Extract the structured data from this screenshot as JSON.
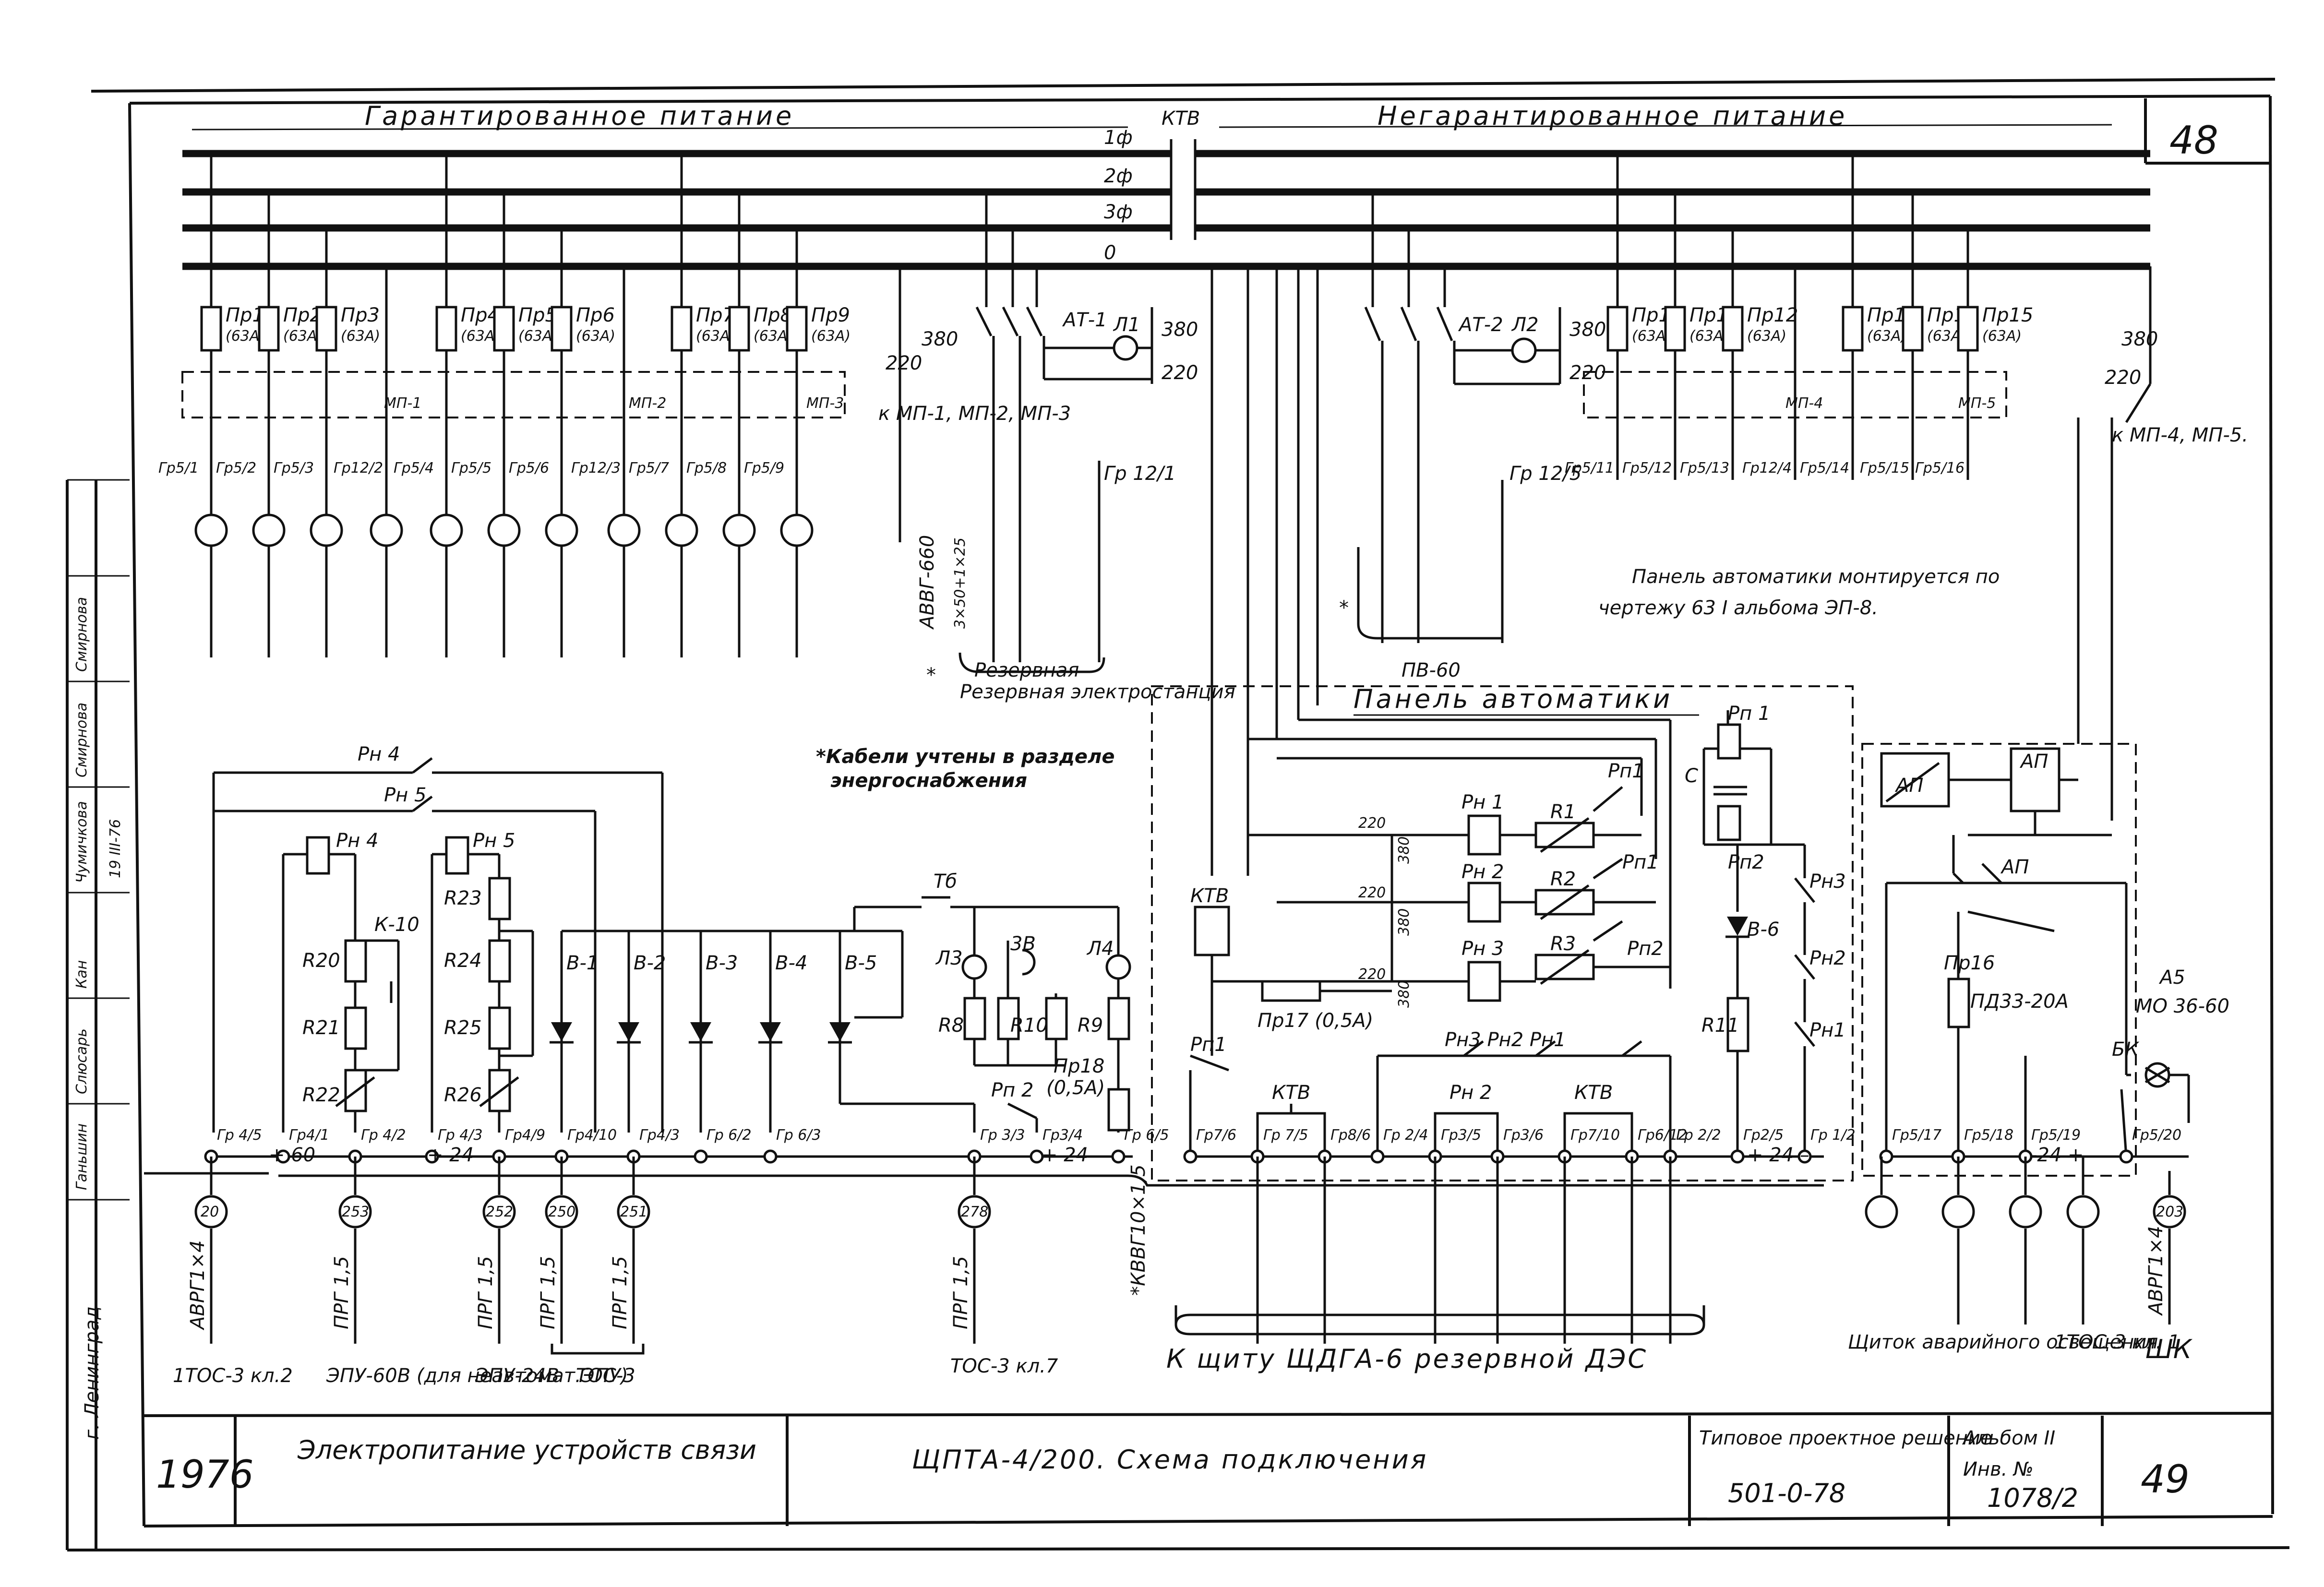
{
  "sheet": {
    "page_number": "48",
    "ktv_label": "КТВ",
    "guaranteed_label": "Гарантированное питание",
    "unguaranteed_label": "Негарантированное питание"
  },
  "buses": [
    "1ф",
    "2ф",
    "3ф",
    "0"
  ],
  "fuses_left": [
    {
      "name": "Пр1",
      "rating": "(63А)"
    },
    {
      "name": "Пр2",
      "rating": "(63А)"
    },
    {
      "name": "Пр3",
      "rating": "(63А)"
    },
    {
      "name": "Пр4",
      "rating": "(63А)"
    },
    {
      "name": "Пр5",
      "rating": "(63А)"
    },
    {
      "name": "Пр6",
      "rating": "(63А)"
    },
    {
      "name": "Пр7",
      "rating": "(63А)"
    },
    {
      "name": "Пр8",
      "rating": "(63А)"
    },
    {
      "name": "Пр9",
      "rating": "(63А)"
    }
  ],
  "fuses_right": [
    {
      "name": "Пр10",
      "rating": "(63А)"
    },
    {
      "name": "Пр11",
      "rating": "(63А)"
    },
    {
      "name": "Пр12",
      "rating": "(63А)"
    },
    {
      "name": "Пр13",
      "rating": "(63А)"
    },
    {
      "name": "Пр14",
      "rating": "(63А)"
    },
    {
      "name": "Пр15",
      "rating": "(63А)"
    }
  ],
  "mp_labels": [
    "МП-1",
    "МП-2",
    "МП-3",
    "МП-4",
    "МП-5"
  ],
  "terminals_left": [
    "Гр5/1",
    "Гр5/2",
    "Гр5/3",
    "Гр12/2",
    "Гр5/4",
    "Гр5/5",
    "Гр5/6",
    "Гр12/3",
    "Гр5/7",
    "Гр5/8",
    "Гр5/9"
  ],
  "terminals_right": [
    "Гр5/11",
    "Гр5/12",
    "Гр5/13",
    "Гр12/4",
    "Гр5/14",
    "Гр5/15",
    "Гр5/16"
  ],
  "upper_misc": {
    "v380": "380",
    "v220": "220",
    "at1": "АТ-1",
    "at2": "АТ-2",
    "l1": "Л1",
    "l2": "Л2",
    "kmp_note": "к МП-1, МП-2, МП-3",
    "kmp45_note": "к МП-4, МП-5.",
    "gr12_1": "Гр 12/1",
    "gr12_5": "Гр 12/5",
    "cable_avvg": "АВВГ-660",
    "cable_avvg_size": "3×50+1×25",
    "reserve_station": "Резервная электростанция",
    "pv60": "ПВ-60",
    "star": "*",
    "panel_note_1": "Панель автоматики монтируется по",
    "panel_note_2": "чертежу 63 I альбома ЭП-8.",
    "cables_note_1": "*Кабели учтены в разделе",
    "cables_note_2": "энергоснабжения"
  },
  "lower_left": {
    "rn4": "Рн 4",
    "rn5": "Рн 5",
    "resistors": [
      "R20",
      "R21",
      "R22",
      "R23",
      "R24",
      "R25",
      "R26"
    ],
    "k10": "К-10",
    "diodes": [
      "В-1",
      "В-2",
      "В-3",
      "В-4",
      "В-5"
    ],
    "tb": "Тб",
    "l3": "Л3",
    "l4": "Л4",
    "zv": "3В",
    "r8": "R8",
    "r10": "R10",
    "r9": "R9",
    "pp2": "Рп 2",
    "pr18": "Пр18",
    "pr18_rating": "(0,5А)",
    "terminals": [
      "Гр 4/5",
      "Гр4/1",
      "Гр 4/2",
      "Гр 4/3",
      "Гр4/9",
      "Гр4/10",
      "Гр4/3",
      "Гр 6/2",
      "Гр 6/3",
      "Гр 3/3",
      "Гр3/4",
      "Гр 6/5"
    ],
    "polarity_60": "+ 60 –",
    "polarity_24a": "+ 24 –",
    "polarity_24b": "+ 24 –",
    "cable_nums": [
      "20",
      "253",
      "252",
      "250",
      "251",
      "278"
    ],
    "cable_types": [
      "АВРГ1×4",
      "ПРГ 1,5",
      "ПРГ 1,5",
      "ПРГ 1,5",
      "ПРГ 1,5",
      "ПРГ 1,5"
    ],
    "dest_1": "1ТОС-3 кл.2",
    "dest_2": "ЭПУ-60В (для неавтомат.ЭПУ)",
    "dest_3": "ЭПУ-24В",
    "dest_toc3": "ТОС-3",
    "dest_4": "ТОС-3 кл.7",
    "kvvg": "*КВВГ10×1,5"
  },
  "automation_panel": {
    "title": "Панель автоматики",
    "rn1": "Рн 1",
    "rn2": "Рн 2",
    "rn3": "Рн 3",
    "r1": "R1",
    "r2": "R2",
    "r3": "R3",
    "pp1": "Рп1",
    "pp2": "Рп2",
    "v220": "220",
    "v380": "380",
    "ktv": "КТВ",
    "pr17": "Пр17 (0,5А)",
    "contacts": "Рн3 Рн2 Рн1",
    "terminals": [
      "Гр7/6",
      "Гр 7/5",
      "Гр8/6",
      "Гр 2/4",
      "Гр3/5",
      "Гр3/6",
      "Гр7/10",
      "Гр6/12",
      "Гр 2/2",
      "Гр2/5",
      "Гр 1/2"
    ],
    "polarity": "+ 24 –",
    "c": "С",
    "v6": "В-6",
    "r11": "R11",
    "pn1": "Рп 1",
    "pn2": "Рп2",
    "pn3": "Рн3",
    "pn2b": "Рн2",
    "pn1b": "Рн1",
    "dest": "К щиту ЩДГА-6 резервной ДЭС"
  },
  "right_panel": {
    "ap": "АП",
    "a5": "А5",
    "a5_type": "МО 36-60",
    "bk": "БК",
    "pr16": "Пр16",
    "pr16_type": "ПД33-20А",
    "terminals": [
      "Гр5/17",
      "Гр5/18",
      "Гр5/19",
      "Гр5/20"
    ],
    "polarity": "-24 +",
    "cable_num": "203",
    "cable_type": "АВРГ1×4",
    "dest_1": "Щиток аварийного освещения",
    "dest_2": "1ТОС-3 кл. 1",
    "dest_3": "ШК"
  },
  "title_block": {
    "year": "1976",
    "subject": "Электропитание устройств связи",
    "drawing_title": "ЩПТА-4/200. Схема подключения",
    "doc_type": "Типовое проектное решение",
    "doc_number": "501-0-78",
    "album": "Альбом II",
    "inv": "Инв. №",
    "inv_number": "1078/2",
    "sheet": "49"
  },
  "side_stamp": {
    "city": "г. Ленинград",
    "names": [
      "Ганьшин",
      "Слюсарь",
      "Кан",
      "Чумичкова",
      "Смирнова",
      "Смирнова"
    ],
    "date": "19 III-76"
  }
}
